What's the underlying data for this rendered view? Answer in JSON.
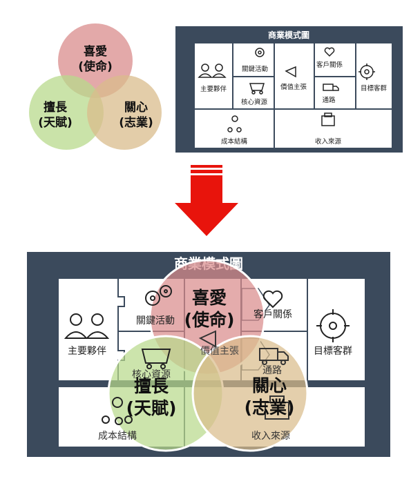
{
  "venn": {
    "love": {
      "line1": "喜愛",
      "line2": "(使命)",
      "color": "#d98c8c"
    },
    "good": {
      "line1": "擅長",
      "line2": "(天賦)",
      "color": "#b8d98c"
    },
    "care": {
      "line1": "關心",
      "line2": "(志業)",
      "color": "#d9bc8c"
    }
  },
  "canvas": {
    "title": "商業模式圖",
    "key_partners": "主要夥伴",
    "key_activities": "關鍵活動",
    "key_resources": "核心資源",
    "value_propositions": "價值主張",
    "customer_relationships": "客戶關係",
    "channels": "通路",
    "customer_segments": "目標客群",
    "cost_structure": "成本結構",
    "revenue_streams": "收入來源",
    "frame_color": "#3b4a5c"
  },
  "arrow": {
    "color": "#e8140c",
    "icon": "down-arrow-icon"
  }
}
